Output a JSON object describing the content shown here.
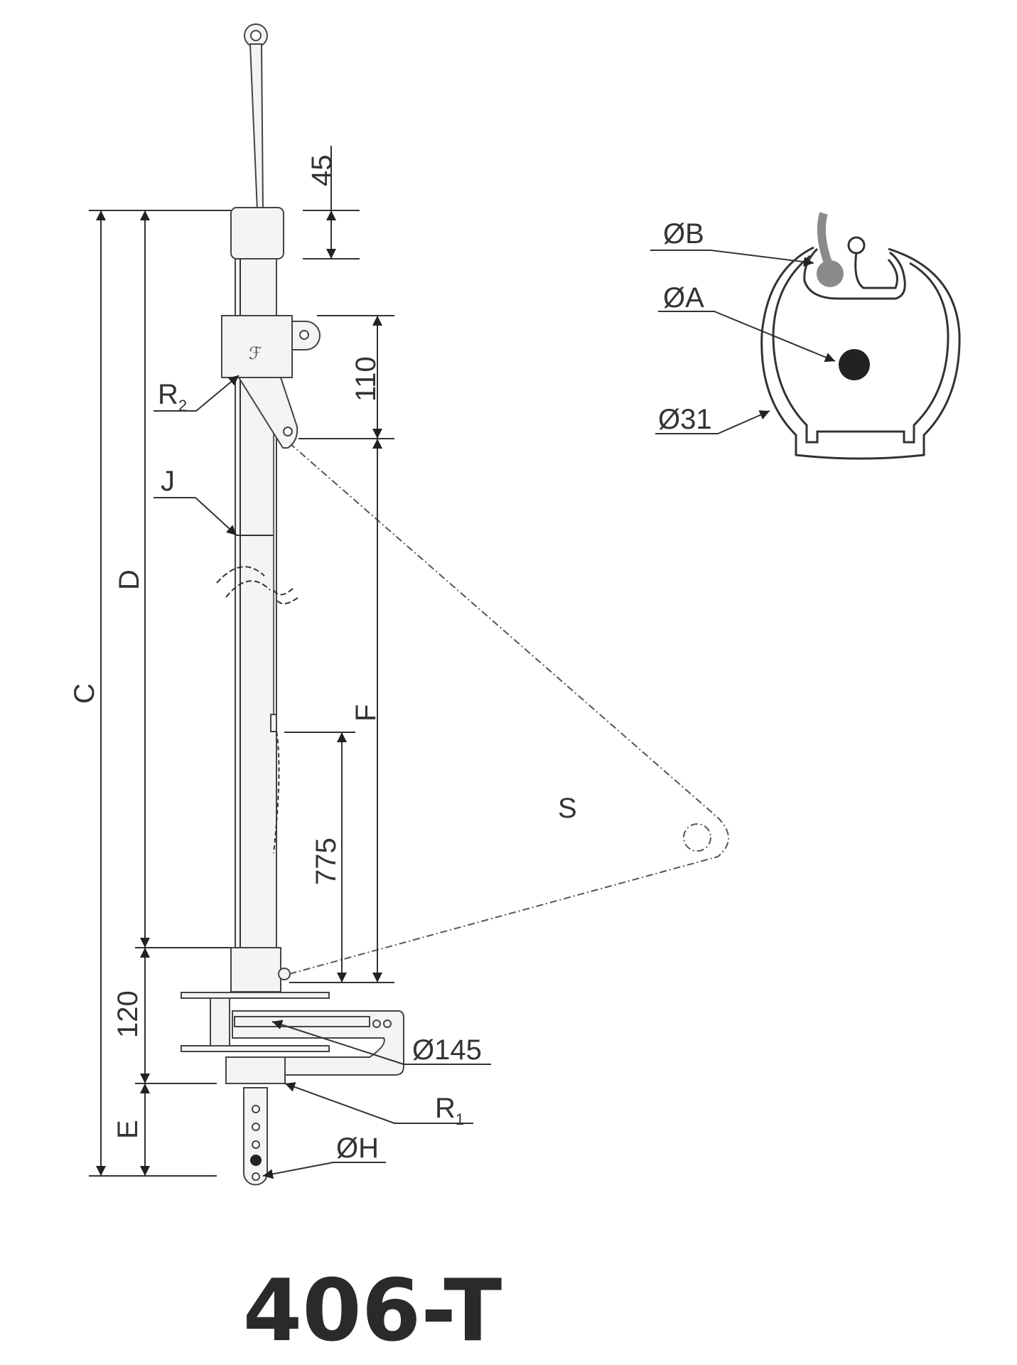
{
  "title": "406-T",
  "dimensions": {
    "d45": "45",
    "d110": "110",
    "d775": "775",
    "d120": "120",
    "C": "C",
    "D": "D",
    "E": "E",
    "F": "F"
  },
  "labels": {
    "R2": "R",
    "R2_sub": "2",
    "R1": "R",
    "R1_sub": "1",
    "J": "J",
    "S": "S",
    "dia145": "Ø145",
    "diaH": "ØH"
  },
  "profile": {
    "diaB": "ØB",
    "diaA": "ØA",
    "dia31": "Ø31"
  }
}
